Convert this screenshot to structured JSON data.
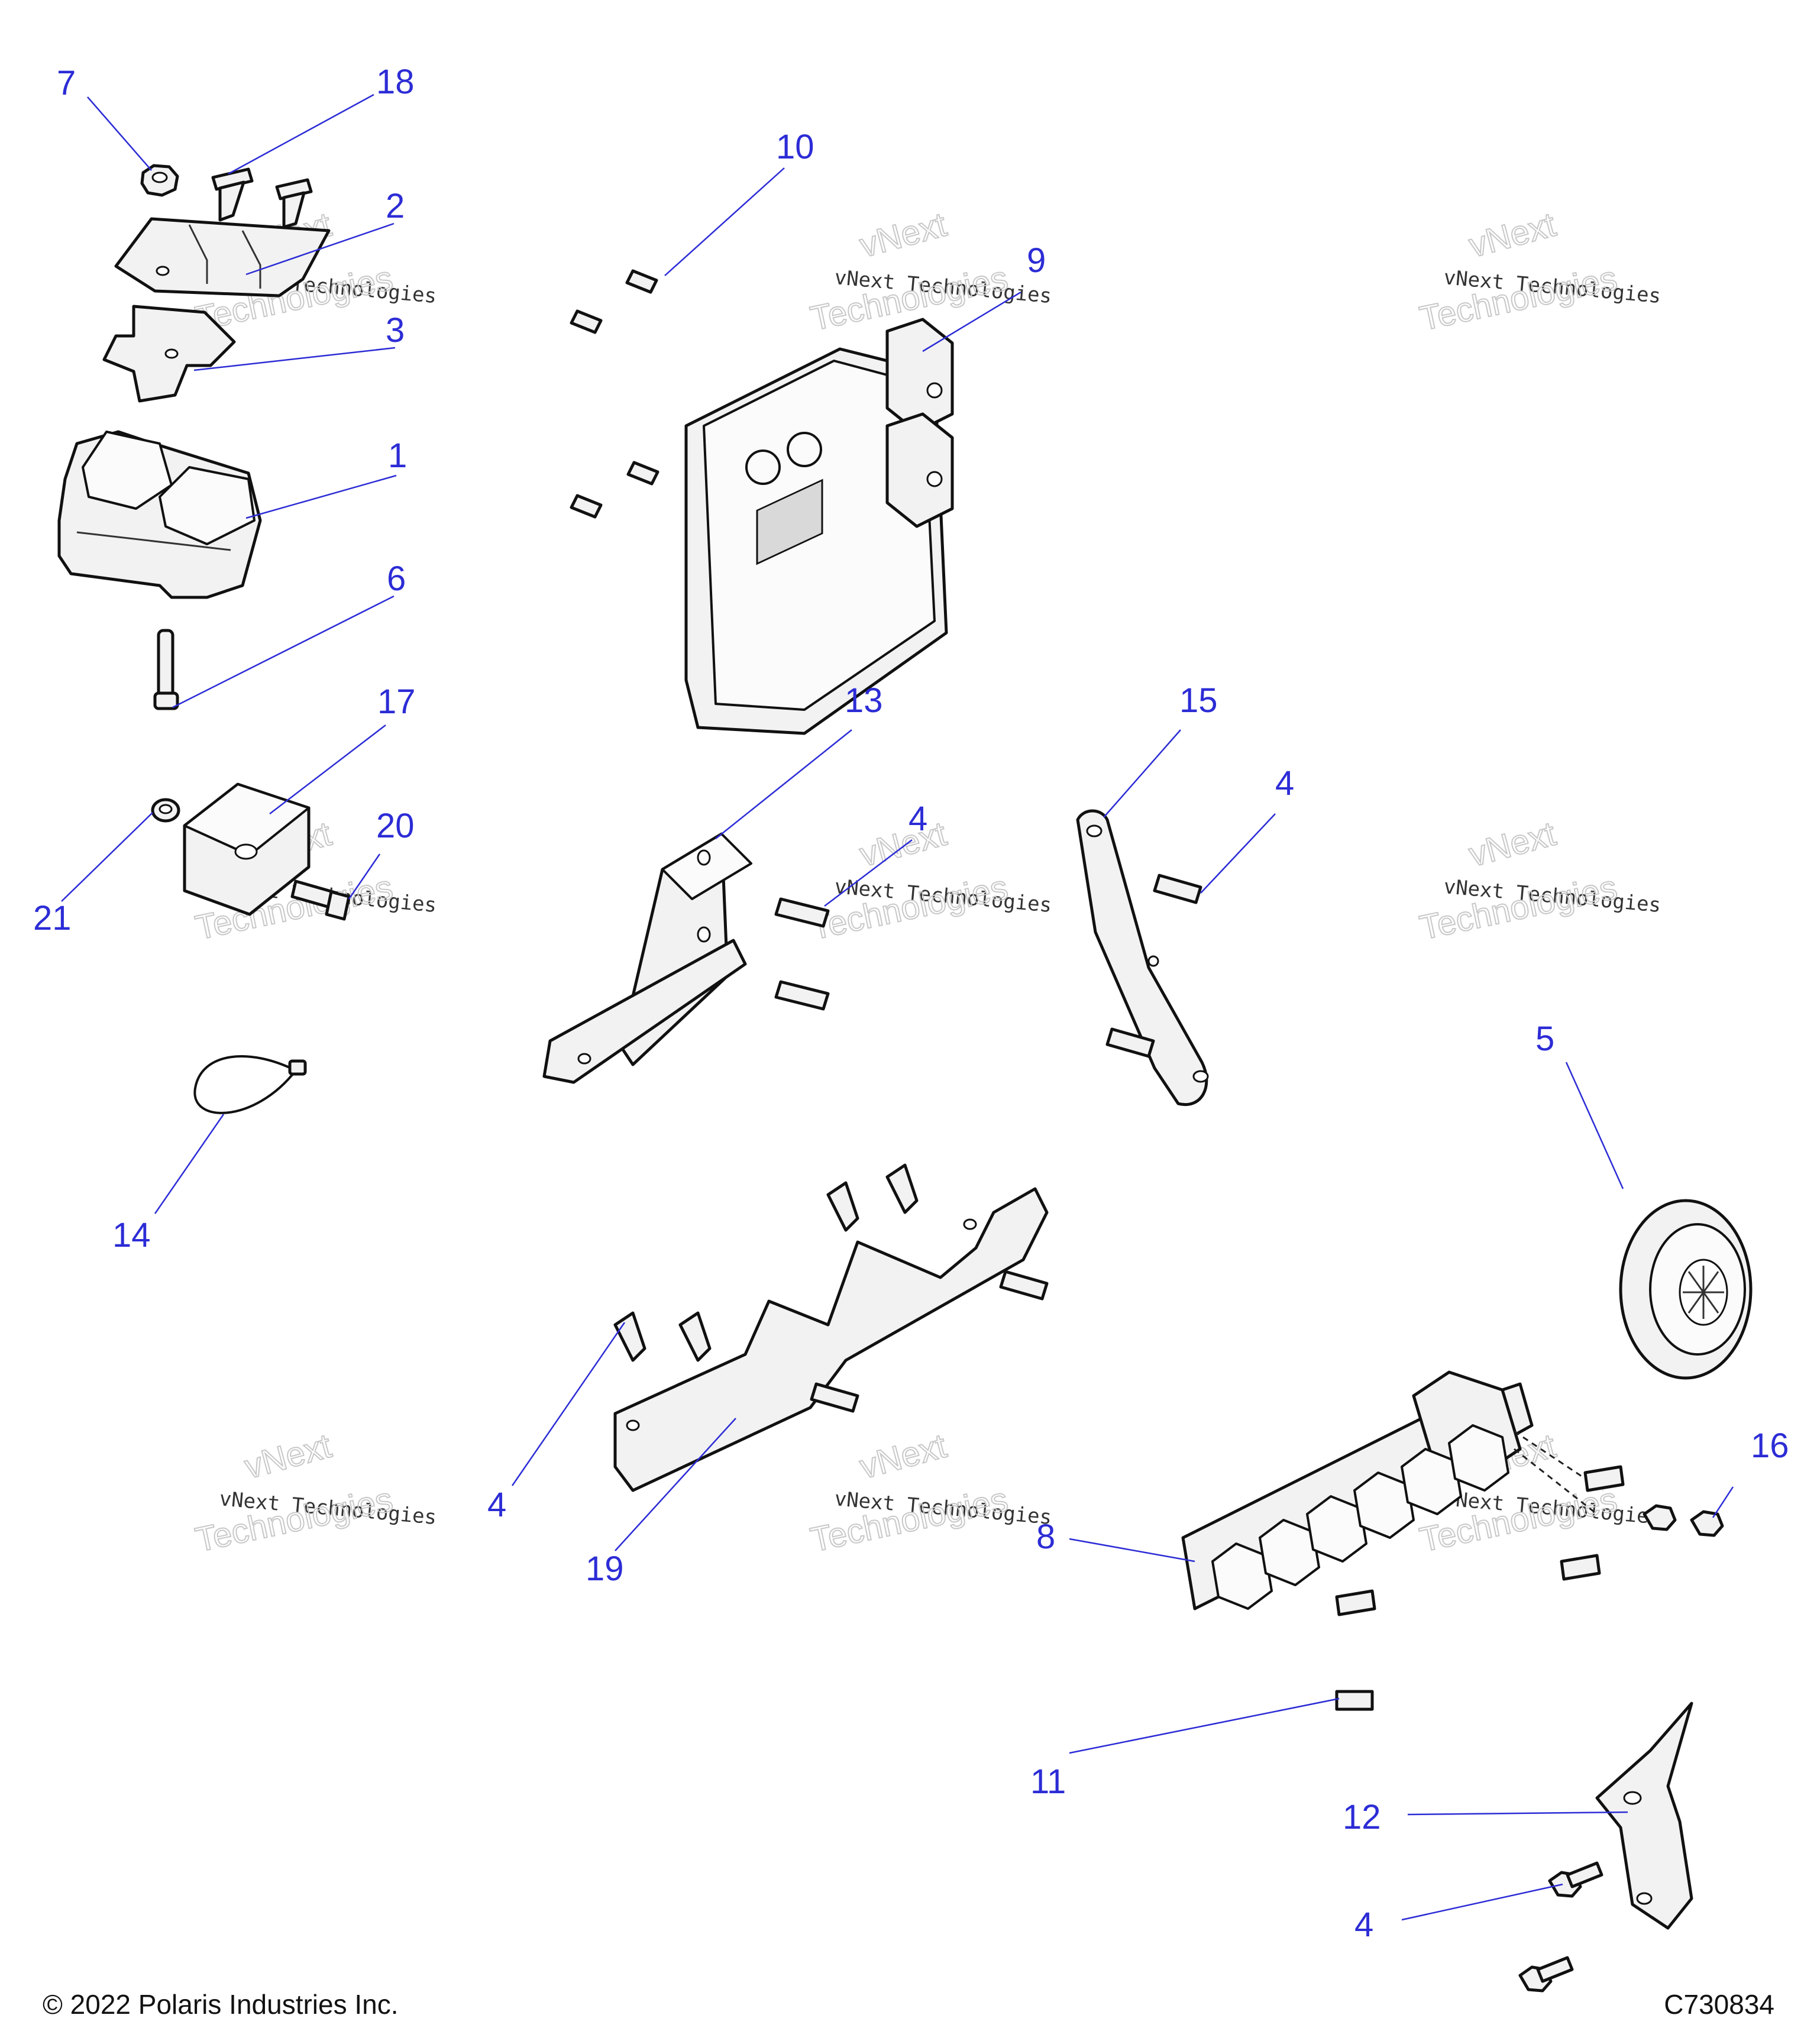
{
  "callouts": {
    "c7": "7",
    "c18": "18",
    "c10": "10",
    "c2": "2",
    "c9": "9",
    "c3": "3",
    "c1": "1",
    "c6": "6",
    "c13": "13",
    "c15": "15",
    "c17": "17",
    "c4a": "4",
    "c4b": "4",
    "c20": "20",
    "c21": "21",
    "c5": "5",
    "c14": "14",
    "c16": "16",
    "c4c": "4",
    "c8": "8",
    "c19": "19",
    "c11": "11",
    "c12": "12",
    "c4d": "4"
  },
  "watermark": {
    "small": "vNext Technologies",
    "big": "Technologies",
    "top": "vNext"
  },
  "footer": {
    "copyright": "© 2022 Polaris Industries Inc.",
    "drawing_number": "C730834"
  }
}
